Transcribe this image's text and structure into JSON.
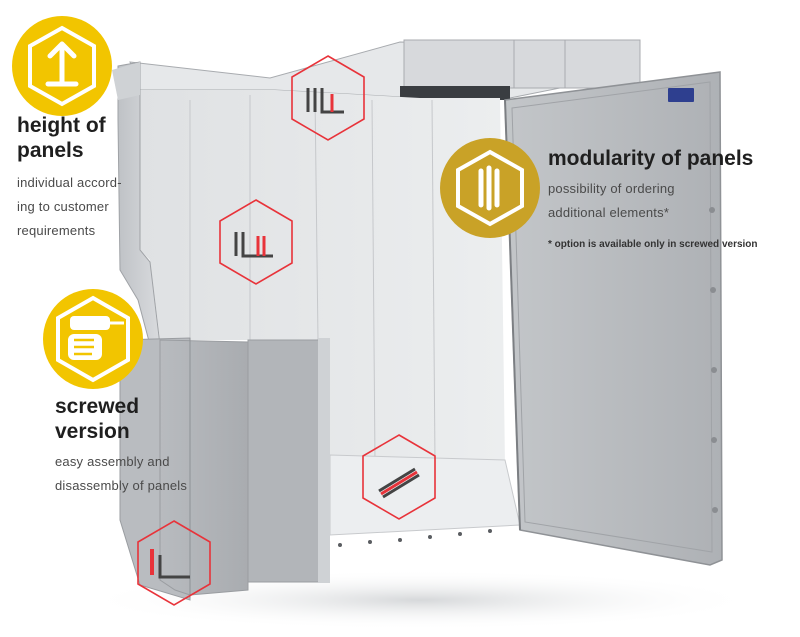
{
  "features": {
    "height": {
      "title_line1": "height of",
      "title_line2": "panels",
      "desc_line1": "individual accord-",
      "desc_line2": "ing to customer",
      "desc_line3": "requirements",
      "icon": "arrow-up-icon"
    },
    "modularity": {
      "title": "modularity of panels",
      "desc_line1": "possibility of ordering",
      "desc_line2": "additional elements*",
      "icon": "panels-icon"
    },
    "screwed": {
      "title_line1": "screwed",
      "title_line2": "version",
      "desc_line1": "easy assembly and",
      "desc_line2": "disassembly of panels",
      "icon": "screwdriver-hand-icon"
    }
  },
  "footnote": "* option is available only in screwed version",
  "colors": {
    "badge_yellow": "#f2c500",
    "badge_gold": "#c9a227",
    "accent_red": "#e8333a",
    "steel": "#c7c9cc",
    "steel_dark": "#9a9da1"
  }
}
